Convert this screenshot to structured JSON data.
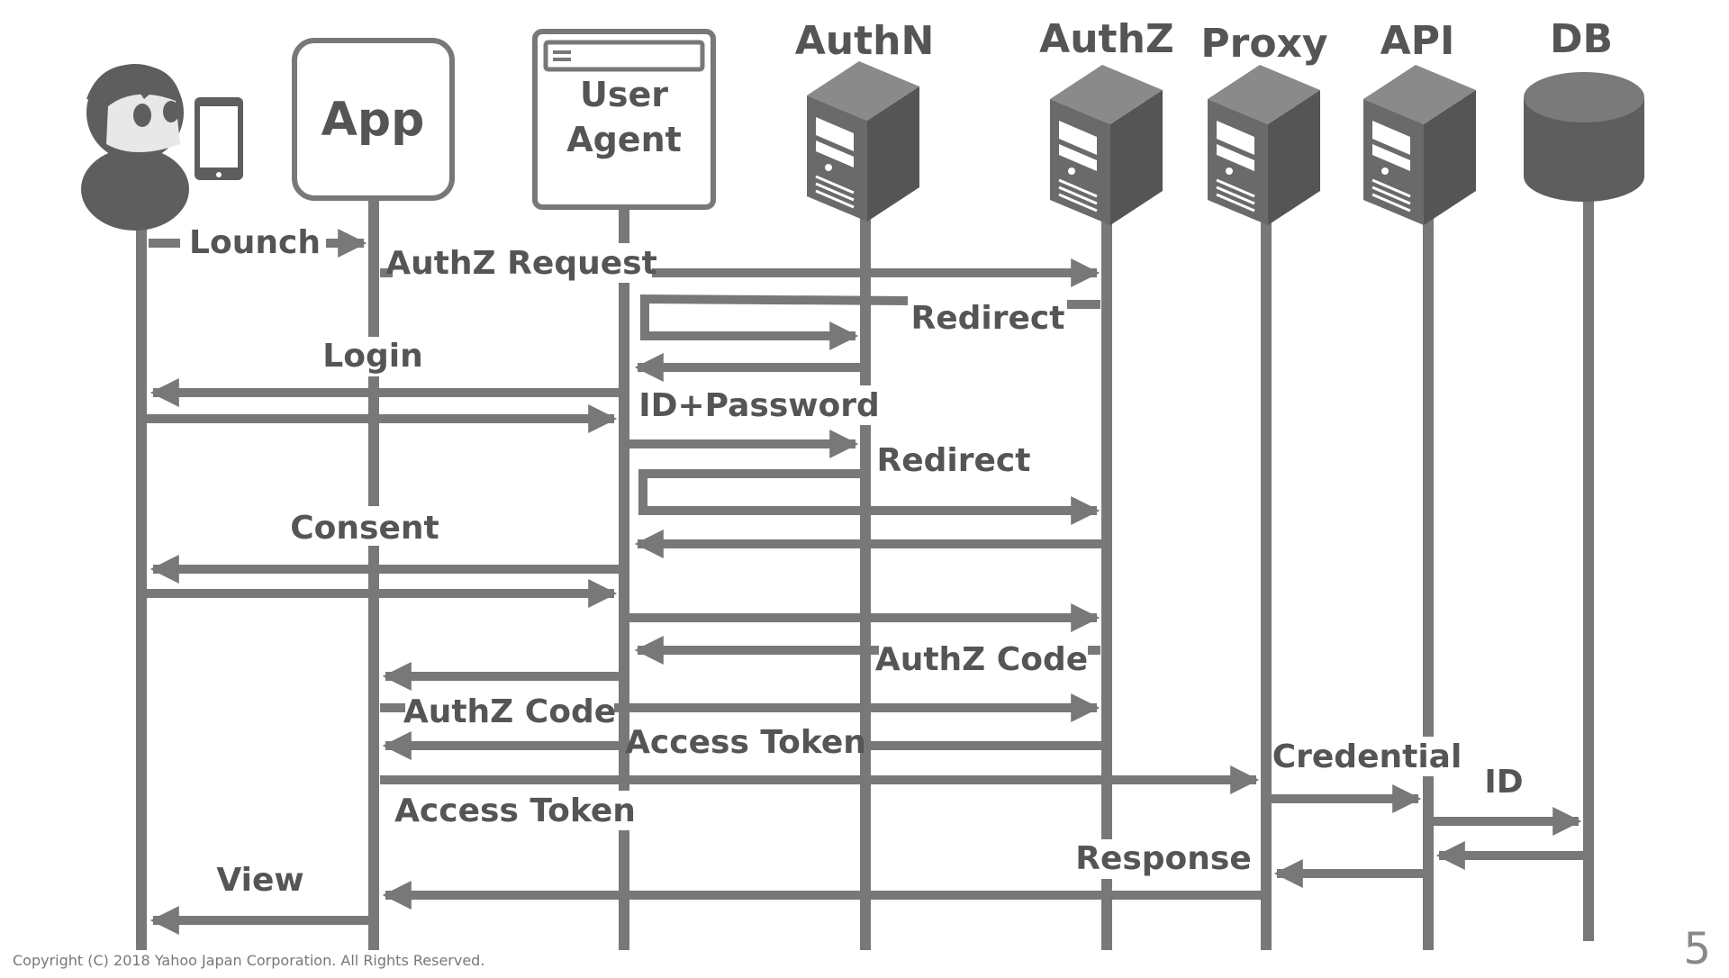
{
  "participants": {
    "user": "",
    "app": "App",
    "user_agent_line1": "User",
    "user_agent_line2": "Agent",
    "authn": "AuthN",
    "authz": "AuthZ",
    "proxy": "Proxy",
    "api": "API",
    "db": "DB"
  },
  "messages": {
    "launch": "Lounch",
    "authz_request": "AuthZ Request",
    "redirect_1": "Redirect",
    "login": "Login",
    "id_password": "ID+Password",
    "redirect_2": "Redirect",
    "consent": "Consent",
    "authz_code_1": "AuthZ Code",
    "authz_code_2": "AuthZ Code",
    "access_token_1": "Access Token",
    "credential": "Credential",
    "id": "ID",
    "access_token_2": "Access Token",
    "response": "Response",
    "view": "View"
  },
  "footer": {
    "copyright": "Copyright (C) 2018 Yahoo Japan Corporation. All Rights Reserved.",
    "page_number": "5"
  },
  "colors": {
    "line": "#787878",
    "server": "#5e5e5e",
    "text": "#555555"
  }
}
